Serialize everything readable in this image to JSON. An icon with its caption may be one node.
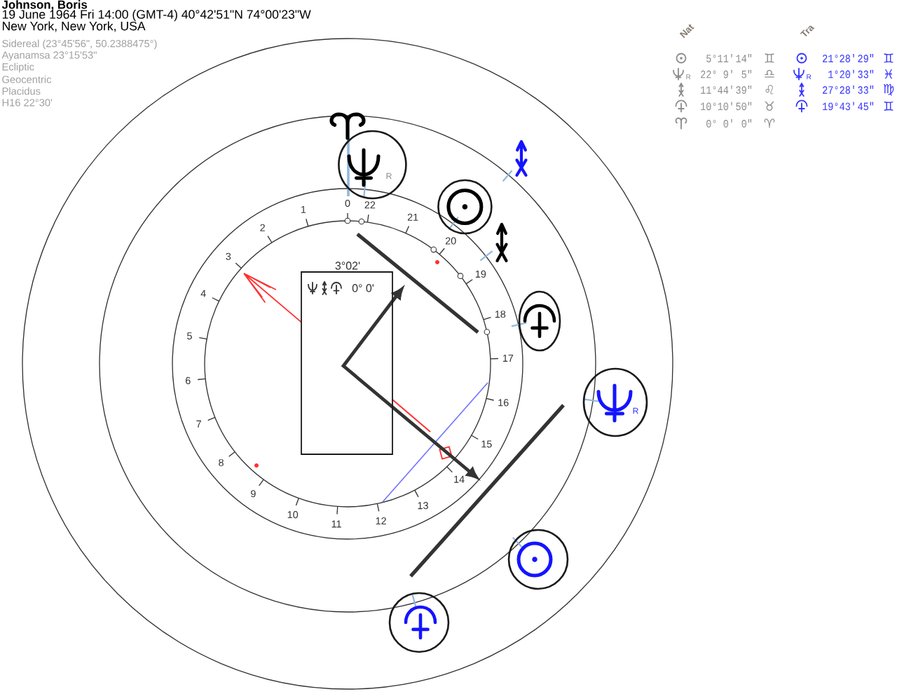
{
  "diagram": {
    "title": "Johnson, Boris",
    "nodes": [
      {
        "text": [
          "R"
        ]
      },
      {
        "text": [],
        "shape": "circle"
      },
      {
        "text": [
          "3°02'",
          "0° 0'"
        ]
      },
      {
        "text": [],
        "shape": "ellipse"
      },
      {
        "text": [
          "R"
        ]
      },
      {
        "text": [],
        "shape": "circle"
      },
      {
        "text": [],
        "shape": "circle"
      }
    ],
    "labels": [
      "19 June 1964 Fri 14:00 (GMT-4) 40°42'51\"N 74°00'23\"W",
      "New York, New York, USA",
      "Sidereal (23°45'56\", 50.2388475°)",
      "Ayanamsa 23°15'53\"",
      "Ecliptic",
      "Geocentric",
      "Placidus",
      "H16 22°30'",
      "Nat",
      "Tra",
      "5°11'14\"",
      "♊",
      "21°28'29\"",
      "♊",
      "R",
      "22° 9' 5\"",
      "♎",
      "R",
      "1°20'33\"",
      "♓",
      "11°44'39\"",
      "♌",
      "27°28'33\"",
      "♍",
      "10°10'50\"",
      "♉",
      "19°43'45\"",
      "♊",
      "0° 0' 0\"",
      "♈",
      "0",
      "1",
      "2",
      "3",
      "4",
      "5",
      "6",
      "7",
      "8",
      "9",
      "10",
      "11",
      "12",
      "13",
      "14",
      "15",
      "16",
      "17",
      "18",
      "19",
      "20",
      "21",
      "22"
    ]
  }
}
